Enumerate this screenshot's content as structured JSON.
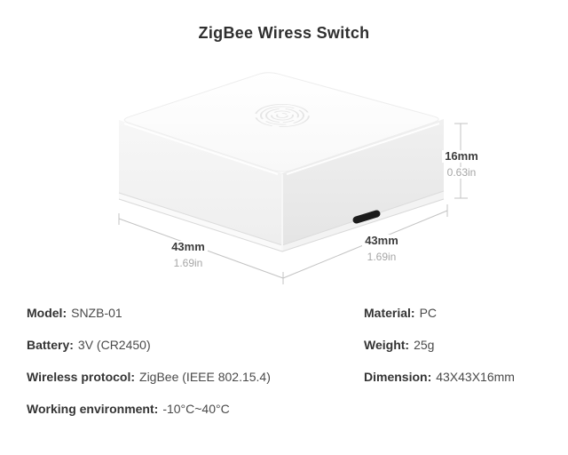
{
  "title": "ZigBee Wiress Switch",
  "dimensions": {
    "height": {
      "metric": "16mm",
      "imperial": "0.63in"
    },
    "width_left": {
      "metric": "43mm",
      "imperial": "1.69in"
    },
    "width_right": {
      "metric": "43mm",
      "imperial": "1.69in"
    }
  },
  "specs": {
    "left": [
      {
        "label": "Model:",
        "value": "SNZB-01"
      },
      {
        "label": "Battery:",
        "value": "3V (CR2450)"
      },
      {
        "label": "Wireless protocol:",
        "value": "ZigBee (IEEE 802.15.4)"
      },
      {
        "label": "Working environment:",
        "value": "-10°C~40°C"
      }
    ],
    "right": [
      {
        "label": "Material:",
        "value": "PC"
      },
      {
        "label": "Weight:",
        "value": "25g"
      },
      {
        "label": "Dimension:",
        "value": "43X43X16mm"
      }
    ]
  },
  "colors": {
    "title_text": "#2f2f2f",
    "dimension_value": "#3c3c3c",
    "dimension_secondary": "#a6a6a6",
    "dimension_line": "#c3c3c3",
    "device_body": "#f5f5f5",
    "lid_notch": "#1c1c1c"
  }
}
